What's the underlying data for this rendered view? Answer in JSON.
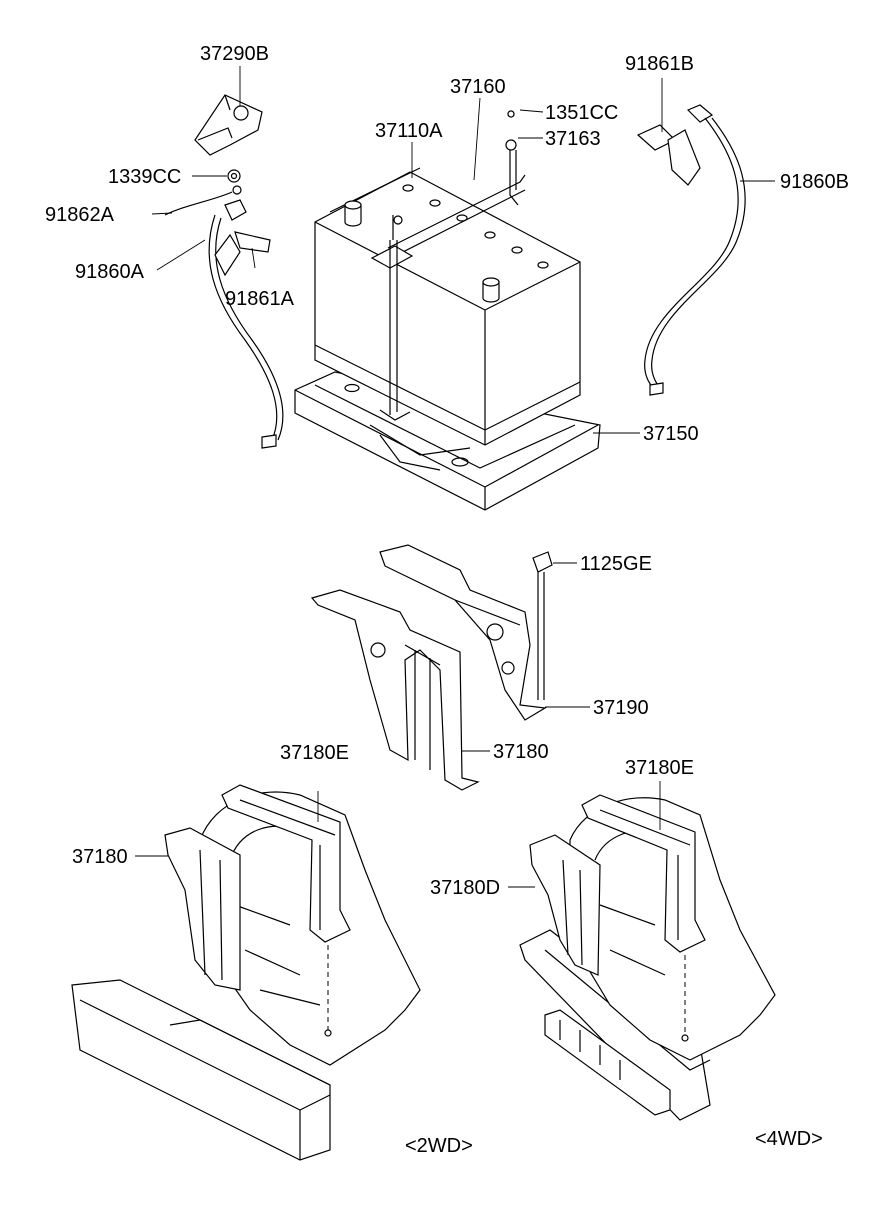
{
  "callouts": [
    {
      "id": "37290B",
      "text": "37290B"
    },
    {
      "id": "1339CC",
      "text": "1339CC"
    },
    {
      "id": "91862A",
      "text": "91862A"
    },
    {
      "id": "91860A",
      "text": "91860A"
    },
    {
      "id": "91861A",
      "text": "91861A"
    },
    {
      "id": "37160",
      "text": "37160"
    },
    {
      "id": "1351CC",
      "text": "1351CC"
    },
    {
      "id": "37110A",
      "text": "37110A"
    },
    {
      "id": "37163",
      "text": "37163"
    },
    {
      "id": "91861B",
      "text": "91861B"
    },
    {
      "id": "91860B",
      "text": "91860B"
    },
    {
      "id": "37150",
      "text": "37150"
    },
    {
      "id": "1125GE",
      "text": "1125GE"
    },
    {
      "id": "37190",
      "text": "37190"
    },
    {
      "id": "37180E-2wd",
      "text": "37180E"
    },
    {
      "id": "37180-mid",
      "text": "37180"
    },
    {
      "id": "37180-2wd",
      "text": "37180"
    },
    {
      "id": "37180E-4wd",
      "text": "37180E"
    },
    {
      "id": "37180D",
      "text": "37180D"
    }
  ],
  "captions": {
    "two_wd": "<2WD>",
    "four_wd": "<4WD>"
  }
}
